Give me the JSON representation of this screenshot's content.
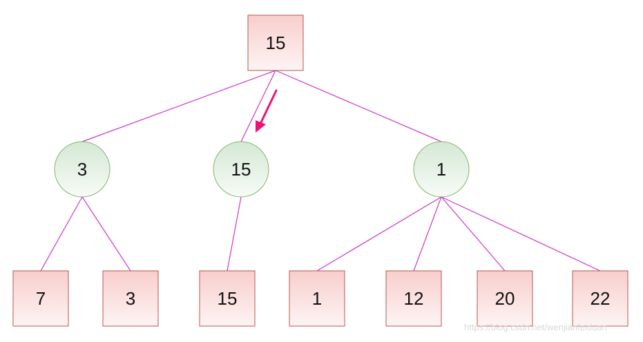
{
  "tree": {
    "root": {
      "id": "root",
      "label": "15",
      "shape": "square"
    },
    "middle": [
      {
        "id": "m1",
        "label": "3",
        "shape": "circle"
      },
      {
        "id": "m2",
        "label": "15",
        "shape": "circle"
      },
      {
        "id": "m3",
        "label": "1",
        "shape": "circle"
      }
    ],
    "leaves": [
      {
        "id": "l1",
        "label": "7",
        "shape": "square",
        "parent": "m1"
      },
      {
        "id": "l2",
        "label": "3",
        "shape": "square",
        "parent": "m1"
      },
      {
        "id": "l3",
        "label": "15",
        "shape": "square",
        "parent": "m2"
      },
      {
        "id": "l4",
        "label": "1",
        "shape": "square",
        "parent": "m3"
      },
      {
        "id": "l5",
        "label": "12",
        "shape": "square",
        "parent": "m3"
      },
      {
        "id": "l6",
        "label": "20",
        "shape": "square",
        "parent": "m3"
      },
      {
        "id": "l7",
        "label": "22",
        "shape": "square",
        "parent": "m3"
      }
    ]
  },
  "colors": {
    "edge": "#cc33cc",
    "arrow": "#ee1177",
    "square_stroke": "#b85450",
    "square_fill_top": "#f8cecc",
    "square_fill_bottom": "#fdf4f4",
    "circle_stroke": "#82b366",
    "circle_fill_top": "#d5e8d4",
    "circle_fill_bottom": "#f7fbf7"
  },
  "watermark": "https://blog.csdn.net/wenjianfeiduan"
}
